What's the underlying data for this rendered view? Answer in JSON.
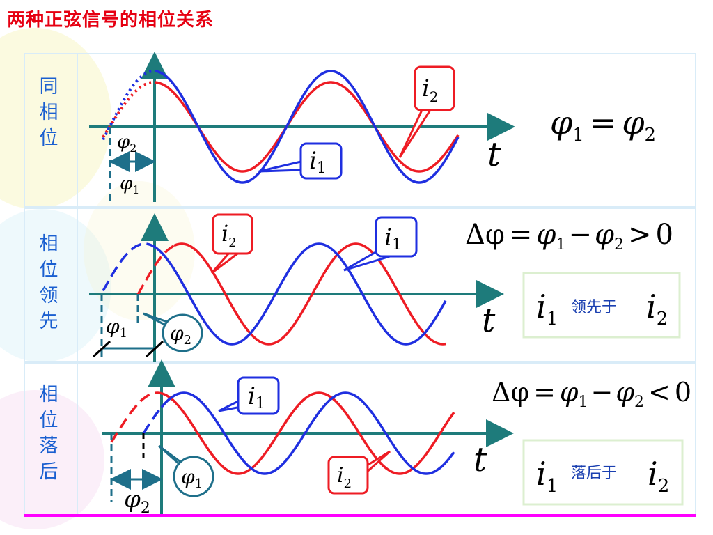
{
  "title": "两种正弦信号的相位关系",
  "colors": {
    "blue": "#1f2fe0",
    "red": "#ee1c24",
    "axis": "#1e7b7b",
    "title": "#e60012",
    "label": "#1a5fd0",
    "divider": "#ff00ff",
    "callout_teal": "#1e6f8a"
  },
  "panels": [
    {
      "label_chars": [
        "同",
        "相",
        "位"
      ],
      "axis_label": "t",
      "callout_blue": {
        "sym": "i",
        "sub": "1"
      },
      "callout_red": {
        "sym": "i",
        "sub": "2"
      },
      "phase_labels": [
        {
          "sym": "φ",
          "sub": "2"
        },
        {
          "sym": "φ",
          "sub": "1"
        }
      ],
      "equation": {
        "lhs": "φ",
        "lhs_sub": "1",
        "op": "=",
        "rhs": "φ",
        "rhs_sub": "2"
      }
    },
    {
      "label_chars": [
        "相",
        "位",
        "领",
        "先"
      ],
      "axis_label": "t",
      "callout_blue": {
        "sym": "i",
        "sub": "1"
      },
      "callout_red": {
        "sym": "i",
        "sub": "2"
      },
      "phase_labels": [
        {
          "sym": "φ",
          "sub": "1"
        },
        {
          "sym": "φ",
          "sub": "2"
        }
      ],
      "equation": {
        "delta": "Δφ",
        "eq": "=",
        "a": "φ",
        "a_sub": "1",
        "minus": "−",
        "b": "φ",
        "b_sub": "2",
        "rel": ">",
        "zero": "0"
      },
      "relation_box": {
        "left": "i",
        "left_sub": "1",
        "text": "领先于",
        "right": "i",
        "right_sub": "2"
      }
    },
    {
      "label_chars": [
        "相",
        "位",
        "落",
        "后"
      ],
      "axis_label": "t",
      "callout_blue": {
        "sym": "i",
        "sub": "1"
      },
      "callout_red": {
        "sym": "i",
        "sub": "2"
      },
      "phase_labels": [
        {
          "sym": "φ",
          "sub": "1"
        },
        {
          "sym": "φ",
          "sub": "2"
        }
      ],
      "equation": {
        "delta": "Δφ",
        "eq": "=",
        "a": "φ",
        "a_sub": "1",
        "minus": "−",
        "b": "φ",
        "b_sub": "2",
        "rel": "<",
        "zero": "0"
      },
      "relation_box": {
        "left": "i",
        "left_sub": "1",
        "text": "落后于",
        "right": "i",
        "right_sub": "2"
      }
    }
  ]
}
